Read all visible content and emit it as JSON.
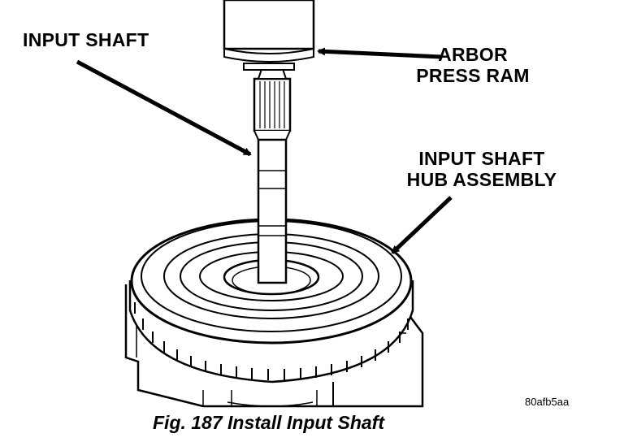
{
  "labels": {
    "input_shaft": "INPUT SHAFT",
    "arbor_press_ram_line1": "ARBOR",
    "arbor_press_ram_line2": "PRESS RAM",
    "hub_assembly_line1": "INPUT SHAFT",
    "hub_assembly_line2": "HUB ASSEMBLY"
  },
  "image_code": "80afb5aa",
  "caption": "Fig. 187 Install Input Shaft",
  "colors": {
    "ink": "#000000",
    "paper": "#ffffff"
  }
}
